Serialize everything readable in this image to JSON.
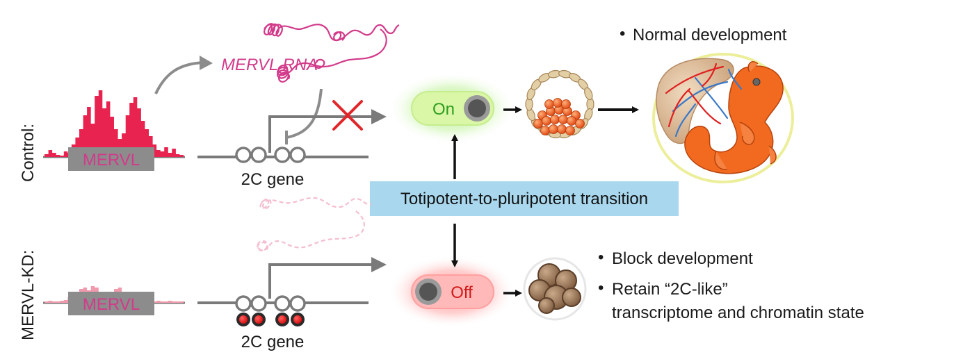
{
  "rows": {
    "control": {
      "label": "Control:"
    },
    "knockdown": {
      "label": "MERVL-KD:"
    }
  },
  "elements": {
    "mervl_top": "MERVL",
    "mervl_bottom": "MERVL",
    "rna": "MERVL RNA",
    "gene_top": "2C gene",
    "gene_bottom": "2C gene"
  },
  "switches": {
    "on": "On",
    "off": "Off"
  },
  "transition": "Totipotent-to-pluripotent transition",
  "outcomes": {
    "normal": "Normal development",
    "block": "Block development",
    "retain_line1": "Retain “2C-like”",
    "retain_line2": "transcriptome and chromatin state"
  },
  "bullet": "•",
  "colors": {
    "signal": "#e8234f",
    "signal_faint": "#f29aad",
    "rna": "#d23a8a",
    "mervl_box": "#8c8c8c",
    "mervl_text": "#d23a8a",
    "line": "#7a7a7a",
    "on_glow": "#8de05a",
    "on_text": "#2e9e1f",
    "off_glow": "#ff4a4a",
    "off_text": "#d11a1a",
    "transition_box": "#a9d8ee",
    "cross": "#e0262b",
    "embryo": "#f26a1f",
    "vessel_red": "#e02020",
    "vessel_blue": "#3a78c8"
  }
}
